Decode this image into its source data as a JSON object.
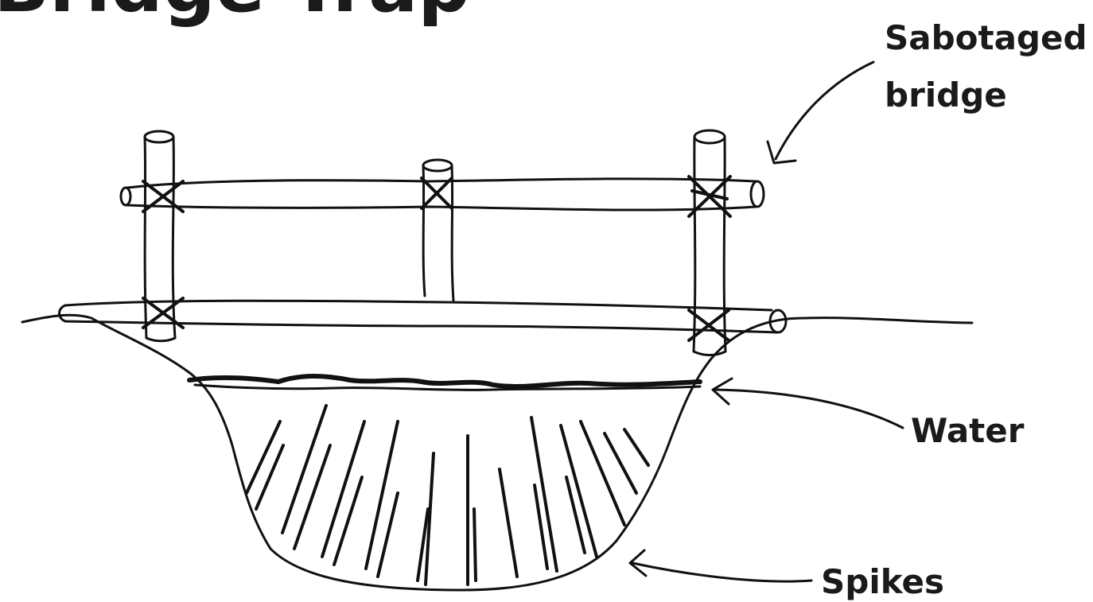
{
  "title": "Bridge Trap",
  "labels": {
    "sabotaged_line1": "Sabotaged",
    "sabotaged_line2": "bridge",
    "water": "Water",
    "spikes": "Spikes"
  }
}
